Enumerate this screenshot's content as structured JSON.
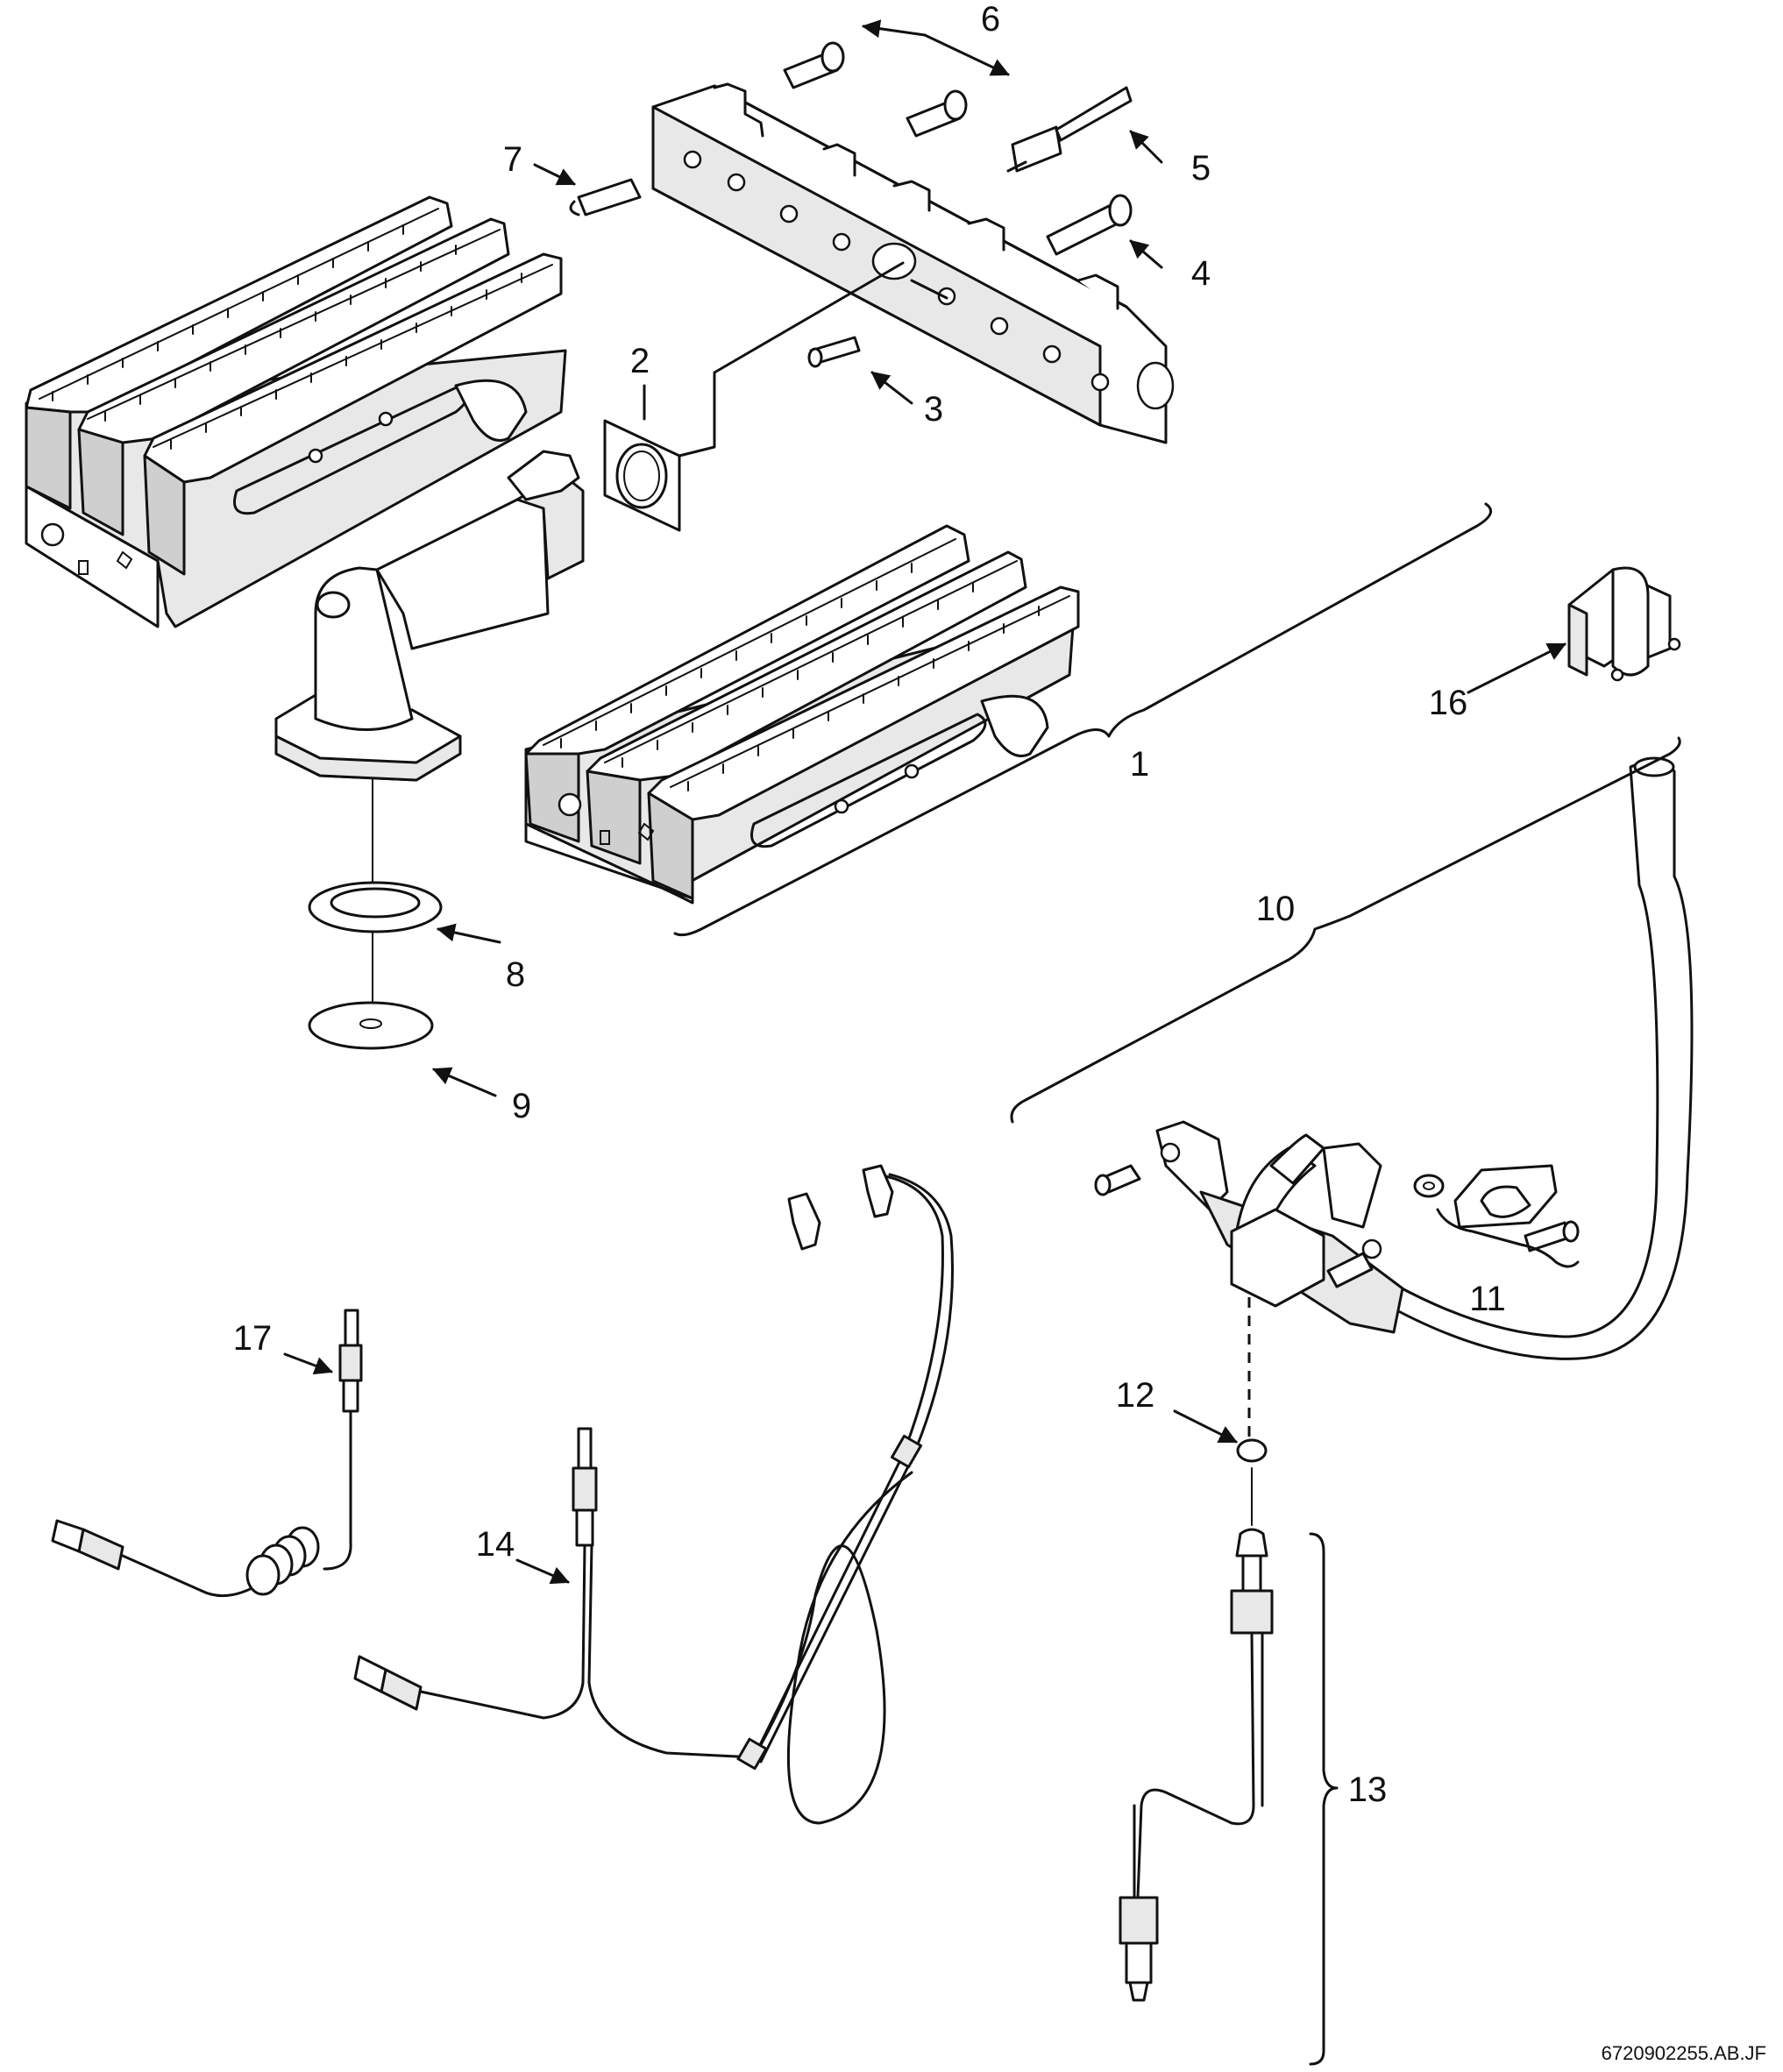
{
  "figure": {
    "reference_code": "6720902255.AB.JF",
    "callouts": [
      "1",
      "2",
      "3",
      "4",
      "5",
      "6",
      "7",
      "8",
      "9",
      "10",
      "11",
      "12",
      "13",
      "14",
      "16",
      "17"
    ]
  },
  "parts": [
    {
      "callout": "1",
      "icon": "burner-assembly-icon"
    },
    {
      "callout": "2",
      "icon": "gasket-icon"
    },
    {
      "callout": "3",
      "icon": "injector-nozzle-icon"
    },
    {
      "callout": "4",
      "icon": "screw-icon"
    },
    {
      "callout": "5",
      "icon": "electrode-plug-icon"
    },
    {
      "callout": "6",
      "icon": "screw-icon"
    },
    {
      "callout": "7",
      "icon": "injector-nozzle-icon"
    },
    {
      "callout": "8",
      "icon": "sealing-ring-icon"
    },
    {
      "callout": "9",
      "icon": "washer-disc-icon"
    },
    {
      "callout": "10",
      "icon": "pilot-burner-icon"
    },
    {
      "callout": "11",
      "icon": "bracket-kit-icon"
    },
    {
      "callout": "12",
      "icon": "pilot-jet-icon"
    },
    {
      "callout": "13",
      "icon": "pilot-pipe-icon"
    },
    {
      "callout": "14",
      "icon": "thermocouple-harness-icon"
    },
    {
      "callout": "16",
      "icon": "clip-bracket-icon"
    },
    {
      "callout": "17",
      "icon": "thermocouple-icon"
    }
  ]
}
